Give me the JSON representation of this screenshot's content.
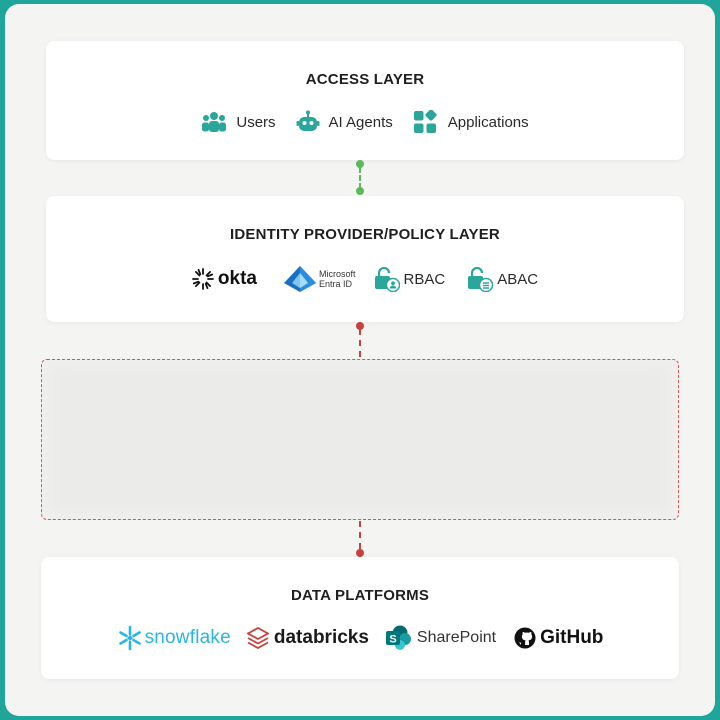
{
  "access_layer": {
    "title": "ACCESS LAYER",
    "items": [
      {
        "label": "Users",
        "icon": "users-icon"
      },
      {
        "label": "AI Agents",
        "icon": "robot-icon"
      },
      {
        "label": "Applications",
        "icon": "apps-grid-icon"
      }
    ]
  },
  "identity_layer": {
    "title": "IDENTITY PROVIDER/POLICY LAYER",
    "items": [
      {
        "label": "okta",
        "icon": "okta-logo-icon"
      },
      {
        "label": "Microsoft",
        "label2": "Entra ID",
        "icon": "entra-id-logo-icon"
      },
      {
        "label": "RBAC",
        "icon": "lock-user-icon"
      },
      {
        "label": "ABAC",
        "icon": "lock-list-icon"
      }
    ]
  },
  "data_platforms": {
    "title": "DATA PLATFORMS",
    "items": [
      {
        "label": "snowflake",
        "icon": "snowflake-logo-icon"
      },
      {
        "label": "databricks",
        "icon": "databricks-logo-icon"
      },
      {
        "label": "SharePoint",
        "icon": "sharepoint-logo-icon"
      },
      {
        "label": "GitHub",
        "icon": "github-logo-icon"
      }
    ]
  },
  "colors": {
    "border_teal": "#1fa59a",
    "connector_green": "#5cb85c",
    "connector_red": "#c9413b",
    "icon_teal": "#2aa69b"
  }
}
